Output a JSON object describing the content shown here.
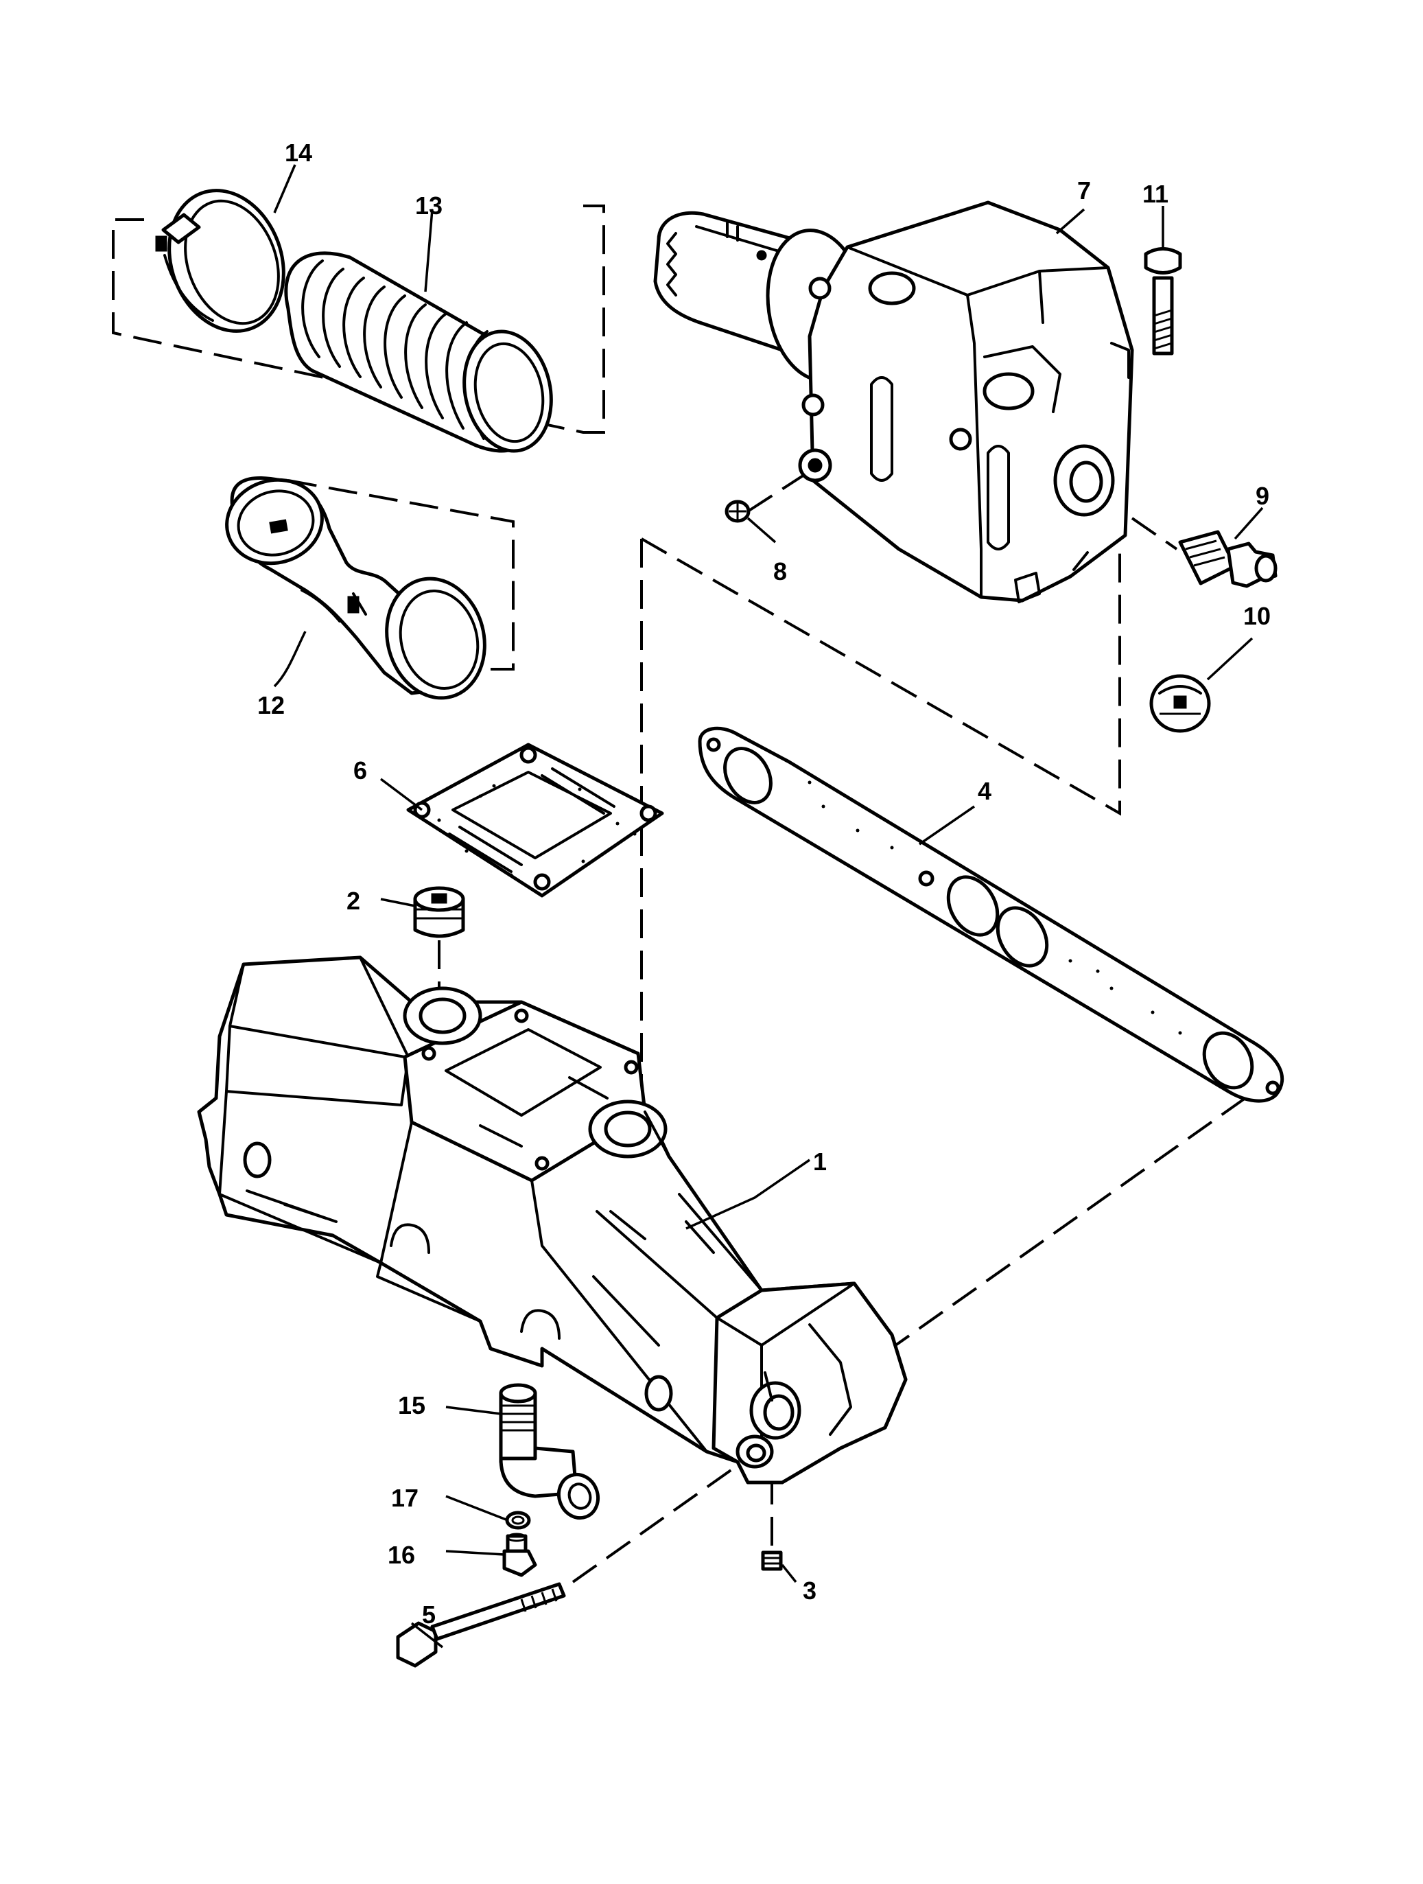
{
  "callouts": [
    {
      "number": "1"
    },
    {
      "number": "2"
    },
    {
      "number": "3"
    },
    {
      "number": "4"
    },
    {
      "number": "5"
    },
    {
      "number": "6"
    },
    {
      "number": "7"
    },
    {
      "number": "8"
    },
    {
      "number": "9"
    },
    {
      "number": "10"
    },
    {
      "number": "11"
    },
    {
      "number": "12"
    },
    {
      "number": "13"
    },
    {
      "number": "14"
    },
    {
      "number": "15"
    },
    {
      "number": "16"
    },
    {
      "number": "17"
    }
  ],
  "colors": {
    "line": "#000000",
    "background": "#ffffff"
  }
}
